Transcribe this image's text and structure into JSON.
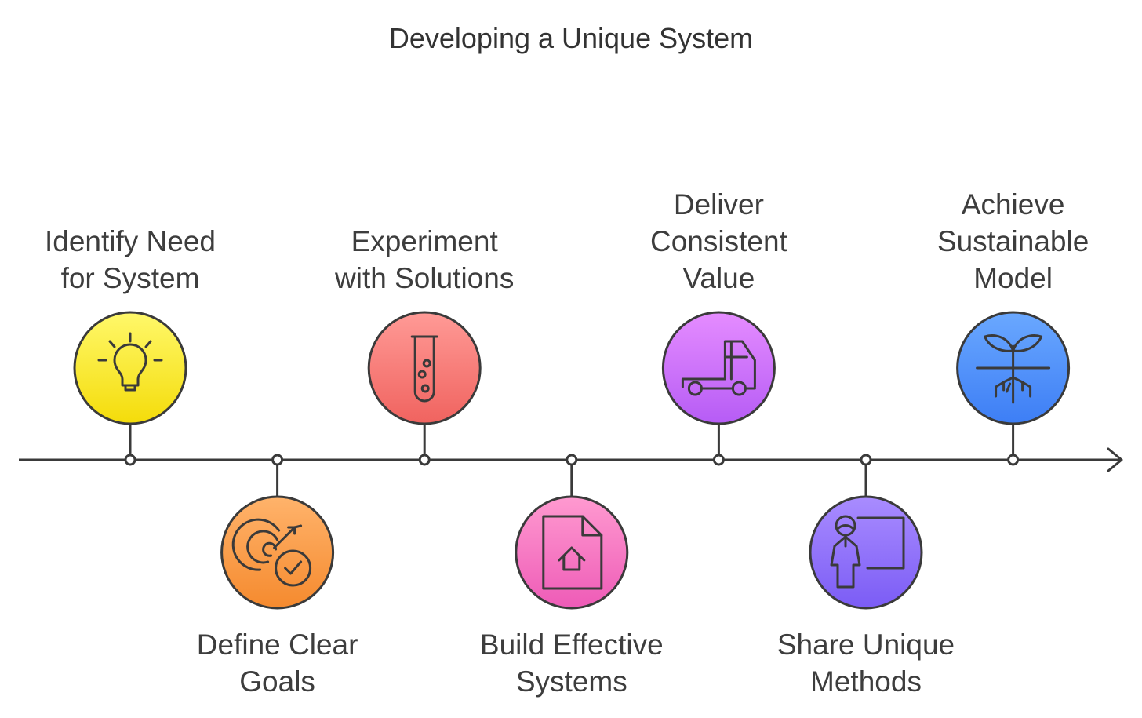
{
  "title": "Developing a Unique System",
  "steps": [
    {
      "label": "Identify Need\nfor System",
      "icon": "lightbulb-icon",
      "color_top": "#fff86a",
      "color_bottom": "#f4dc0a",
      "position": "above"
    },
    {
      "label": "Define Clear\nGoals",
      "icon": "target-check-icon",
      "color_top": "#ffb36b",
      "color_bottom": "#f58a2e",
      "position": "below"
    },
    {
      "label": "Experiment\nwith Solutions",
      "icon": "test-tube-icon",
      "color_top": "#ff9a96",
      "color_bottom": "#f0635f",
      "position": "above"
    },
    {
      "label": "Build Effective\nSystems",
      "icon": "document-home-icon",
      "color_top": "#ff9ad0",
      "color_bottom": "#ee5bb7",
      "position": "below"
    },
    {
      "label": "Deliver\nConsistent\nValue",
      "icon": "truck-icon",
      "color_top": "#e58cff",
      "color_bottom": "#b65cf5",
      "position": "above"
    },
    {
      "label": "Share Unique\nMethods",
      "icon": "presenter-board-icon",
      "color_top": "#a98cff",
      "color_bottom": "#7b5cf5",
      "position": "below"
    },
    {
      "label": "Achieve\nSustainable\nModel",
      "icon": "plant-roots-icon",
      "color_top": "#6aa8ff",
      "color_bottom": "#3d7ef5",
      "position": "above"
    }
  ],
  "colors": {
    "line": "#3a3a3a",
    "text": "#3d3d3d"
  }
}
